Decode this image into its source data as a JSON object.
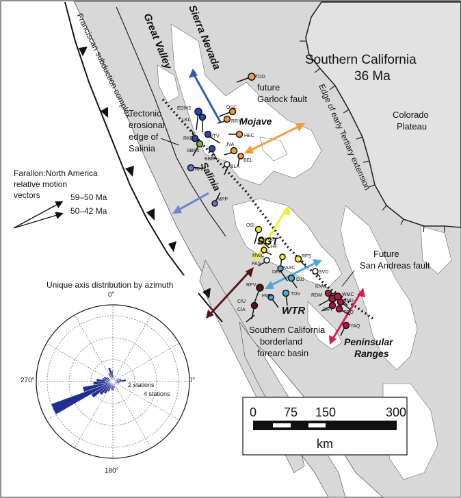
{
  "title": {
    "line1": "Southern California",
    "line2": "36 Ma"
  },
  "labels": {
    "great_valley": "Great Valley",
    "sierra_nevada": "Sierra Nevada",
    "franciscan": "Franciscan subduction complex",
    "edge_tertiary": "Edge of early Tertiary extension",
    "colorado_plateau": [
      "Colorado",
      "Plateau"
    ],
    "future_garlock": [
      "future",
      "Garlock fault"
    ],
    "mojave": "Mojave",
    "salinia": "Salinia",
    "tectonic_edge": [
      "Tectonic",
      "erosional",
      "edge of",
      "Salinia"
    ],
    "sgt": "SGT",
    "wtr": "WTR",
    "future_san_andreas": [
      "Future",
      "San Andreas fault"
    ],
    "peninsular": [
      "Peninsular",
      "Ranges"
    ],
    "borderland": [
      "Southern California",
      "borderland",
      "forearc basin"
    ]
  },
  "farallon_legend": {
    "title": [
      "Farallon:North America",
      "relative motion",
      "vectors"
    ],
    "items": [
      "59–50 Ma",
      "50–42 Ma"
    ]
  },
  "rose_diagram": {
    "title": "Unique axis distribution by azimuth",
    "azimuth_labels": [
      "0°",
      "90°",
      "180°",
      "270°"
    ],
    "ring_labels": [
      "2 stations",
      "4 stations"
    ],
    "bin_width_deg": 10,
    "bins": [
      {
        "az": 0,
        "count": 0.6
      },
      {
        "az": 10,
        "count": 0.4
      },
      {
        "az": 20,
        "count": 0.3
      },
      {
        "az": 60,
        "count": 0.5
      },
      {
        "az": 70,
        "count": 0.8
      },
      {
        "az": 80,
        "count": 1.2
      },
      {
        "az": 90,
        "count": 0.7
      },
      {
        "az": 100,
        "count": 0.6
      },
      {
        "az": 110,
        "count": 0.4
      },
      {
        "az": 150,
        "count": 0.4
      },
      {
        "az": 160,
        "count": 0.6
      },
      {
        "az": 170,
        "count": 0.8
      },
      {
        "az": 180,
        "count": 0.8
      },
      {
        "az": 190,
        "count": 0.7
      },
      {
        "az": 200,
        "count": 1.0
      },
      {
        "az": 210,
        "count": 1.3
      },
      {
        "az": 220,
        "count": 1.6
      },
      {
        "az": 230,
        "count": 2.3
      },
      {
        "az": 240,
        "count": 6.0
      },
      {
        "az": 250,
        "count": 2.8
      },
      {
        "az": 260,
        "count": 1.8
      },
      {
        "az": 270,
        "count": 1.5
      },
      {
        "az": 280,
        "count": 1.0
      },
      {
        "az": 290,
        "count": 0.9
      },
      {
        "az": 300,
        "count": 0.7
      },
      {
        "az": 330,
        "count": 0.8
      },
      {
        "az": 340,
        "count": 1.3
      },
      {
        "az": 350,
        "count": 1.0
      }
    ],
    "max_count": 7,
    "fill": "#1f2f8f"
  },
  "scale_bar": {
    "ticks": [
      "0",
      "75",
      "150",
      "300"
    ],
    "unit": "km"
  },
  "stations": [
    {
      "code": "TDO",
      "color": "#f39a3a"
    },
    {
      "code": "OSC",
      "color": "#f39a3a"
    },
    {
      "code": "RRX",
      "color": "#f39a3a"
    },
    {
      "code": "HEC",
      "color": "#f39a3a"
    },
    {
      "code": "JVA",
      "color": "#f39a3a"
    },
    {
      "code": "BEL",
      "color": "#f39a3a"
    },
    {
      "code": "EDW2",
      "color": "#2b49b4"
    },
    {
      "code": "LKL",
      "color": "#2b49b4"
    },
    {
      "code": "VTV",
      "color": "#2b49b4"
    },
    {
      "code": "RKD",
      "color": "#2b49b4"
    },
    {
      "code": "SBPX",
      "color": "#6abf4b"
    },
    {
      "code": "BBR",
      "color": "#2b49b4"
    },
    {
      "code": "BLA",
      "color": "#ffffff"
    },
    {
      "code": "RHI",
      "color": "#6678c9"
    },
    {
      "code": "MPP",
      "color": "#6678c9"
    },
    {
      "code": "OSI",
      "color": "#f2ec2f"
    },
    {
      "code": "VCS",
      "color": "#f2ec2f"
    },
    {
      "code": "CHF",
      "color": "#f2ec2f"
    },
    {
      "code": "MWC",
      "color": "#f2ec2f"
    },
    {
      "code": "PAS",
      "color": "#ffffff"
    },
    {
      "code": "DEC",
      "color": "#ffffff"
    },
    {
      "code": "PASC",
      "color": "#4fa7d8"
    },
    {
      "code": "RFS",
      "color": "#f2ec2f"
    },
    {
      "code": "SVD",
      "color": "#ffffff"
    },
    {
      "code": "DJJ",
      "color": "#4fa7d8"
    },
    {
      "code": "TOV",
      "color": "#4fa7d8"
    },
    {
      "code": "FMP",
      "color": "#4fa7d8"
    },
    {
      "code": "RPV",
      "color": "#5b1515"
    },
    {
      "code": "CIU",
      "color": "#5b1515"
    },
    {
      "code": "CIA",
      "color": "#5b1515"
    },
    {
      "code": "KNW",
      "color": "#b0183c"
    },
    {
      "code": "RDM",
      "color": "#b0183c"
    },
    {
      "code": "WMC",
      "color": "#b0183c"
    },
    {
      "code": "SND",
      "color": "#b0183c"
    },
    {
      "code": "CRY",
      "color": "#b0183c"
    },
    {
      "code": "TRO",
      "color": "#b0183c"
    },
    {
      "code": "YAQ",
      "color": "#b0183c"
    }
  ],
  "colors": {
    "land": "#d9d9d9",
    "orange": "#f39a3a",
    "blue": "#2a5bb4",
    "periwinkle": "#7282cc",
    "yellow": "#f2ec2f",
    "cyan": "#4fa7d8",
    "maroon": "#5b1515",
    "crimson": "#d61f4f"
  }
}
